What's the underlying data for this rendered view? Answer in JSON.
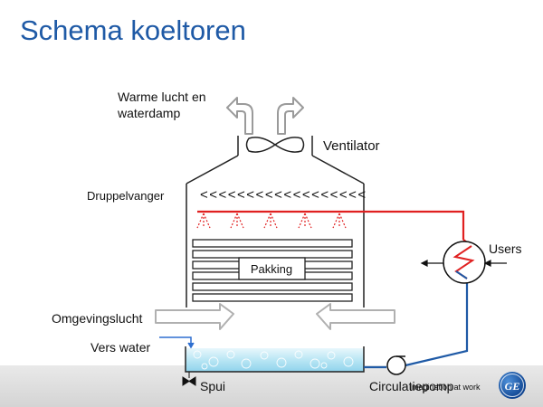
{
  "title": "Schema koeltoren",
  "labels": {
    "exhaust_line1": "Warme lucht en",
    "exhaust_line2": "waterdamp",
    "fan": "Ventilator",
    "drift_eliminator": "Druppelvanger",
    "drift_chevrons": "<<<<<<<<<<<<<<<<<<",
    "packing": "Pakking",
    "ambient_air": "Omgevingslucht",
    "fresh_water": "Vers water",
    "blowdown": "Spui",
    "circulation_pump": "Circulatiepomp",
    "users": "Users"
  },
  "footer": {
    "tagline": "imagination at work",
    "logo_text": "GE"
  },
  "colors": {
    "title": "#1f5aa6",
    "hot_water": "#e02020",
    "cold_water": "#1f5aa6",
    "air_arrow": "#b8b8b8",
    "footer_band": "#dcdcdc"
  }
}
